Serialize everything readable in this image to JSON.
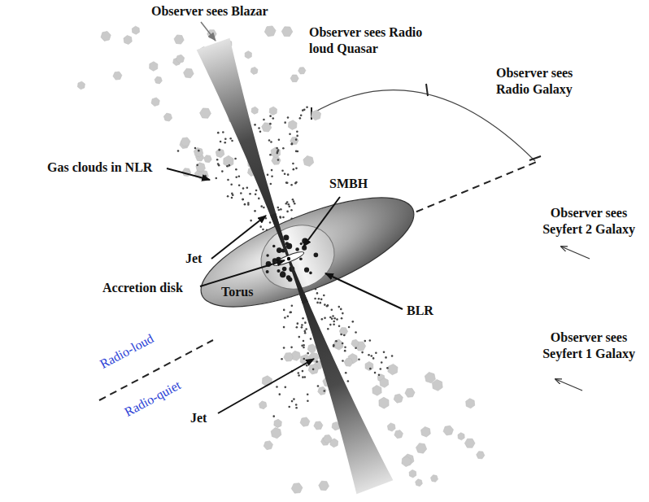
{
  "diagram": {
    "nodes": [
      {
        "text": [
          "Torus"
        ]
      }
    ],
    "labels": [
      "Observer sees Blazar",
      "Observer sees Radio loud Quasar",
      "Observer sees Radio Galaxy",
      "Gas clouds in NLR",
      "SMBH",
      "Jet",
      "Accretion disk",
      "BLR",
      "Observer sees Seyfert 2 Galaxy",
      "Observer sees Seyfert 1 Galaxy",
      "Radio-loud",
      "Radio-quiet",
      "Jet"
    ]
  }
}
